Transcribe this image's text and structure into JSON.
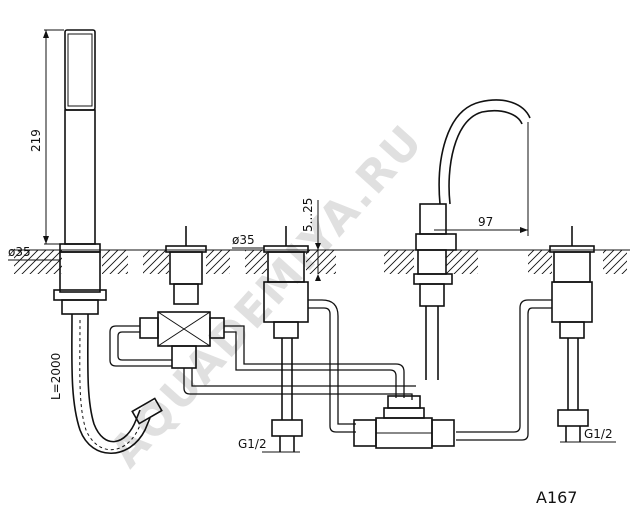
{
  "watermark": "AQUADEMIYA.RU",
  "model_code": "A167",
  "dimensions": {
    "hand_shower_length": "219",
    "hand_shower_diameter": "ø35",
    "body_diameter": "ø35",
    "deck_thickness": "5...25",
    "spout_reach": "97",
    "hose_length": "L=2000",
    "thread_left": "G1/2",
    "thread_right": "G1/2"
  }
}
